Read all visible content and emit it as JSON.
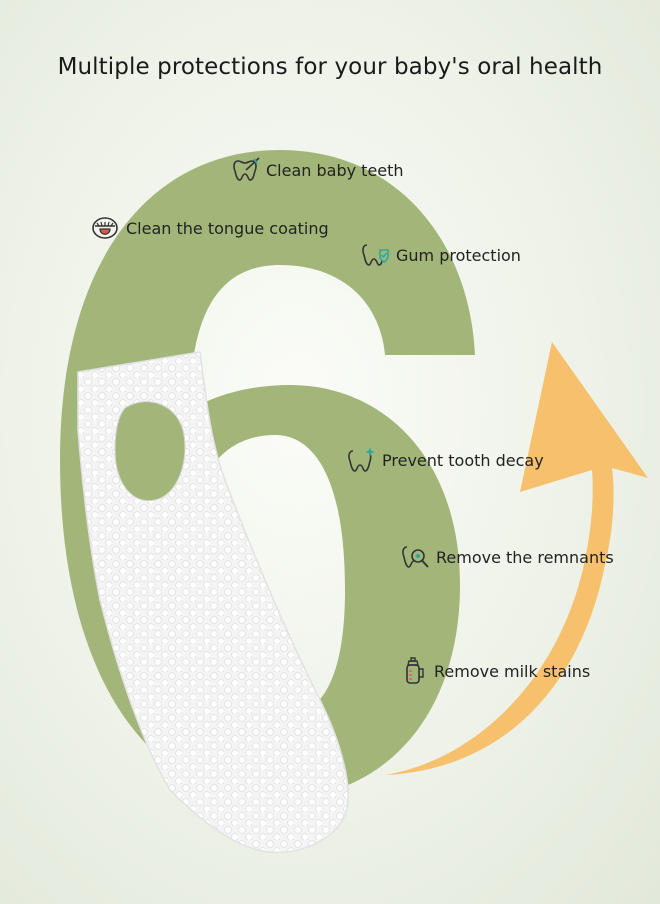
{
  "headline": "Multiple protections for your baby's oral health",
  "big_numeral": "6",
  "colors": {
    "numeral_green": "#a3b67a",
    "arrow_orange": "#f7c06c",
    "background": "#eef2e8",
    "icon_stroke": "#333333",
    "accent_teal": "#2aa8a0",
    "accent_red": "#e2574c"
  },
  "features": [
    {
      "label": "Clean baby teeth",
      "icon": "tooth-brush-icon"
    },
    {
      "label": "Clean the tongue coating",
      "icon": "tongue-icon"
    },
    {
      "label": "Gum protection",
      "icon": "tooth-shield-icon"
    },
    {
      "label": "Prevent tooth decay",
      "icon": "tooth-sparkle-icon"
    },
    {
      "label": "Remove the remnants",
      "icon": "tooth-magnifier-icon"
    },
    {
      "label": "Remove milk stains",
      "icon": "baby-bottle-icon"
    }
  ]
}
